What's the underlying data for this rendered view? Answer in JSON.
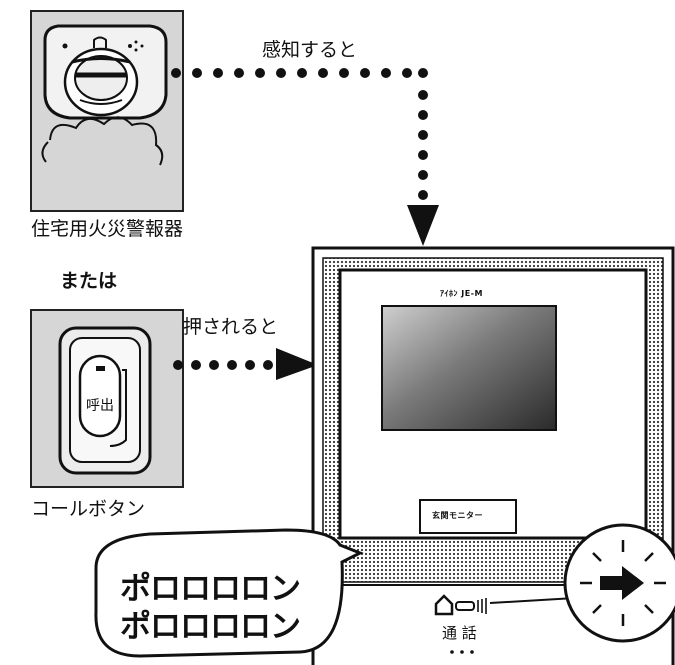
{
  "labels": {
    "detect": "感知すると",
    "fire_alarm": "住宅用火災警報器",
    "or": "または",
    "pressed": "押されると",
    "call_button": "コールボタン",
    "call_button_face": "呼出",
    "speech_line1": "ポロロロロン",
    "speech_line2": "ポロロロロン",
    "talk": "通 話",
    "monitor_brand": "ｱｲﾎﾝ JE-M",
    "monitor_panel": "玄関モニター"
  }
}
